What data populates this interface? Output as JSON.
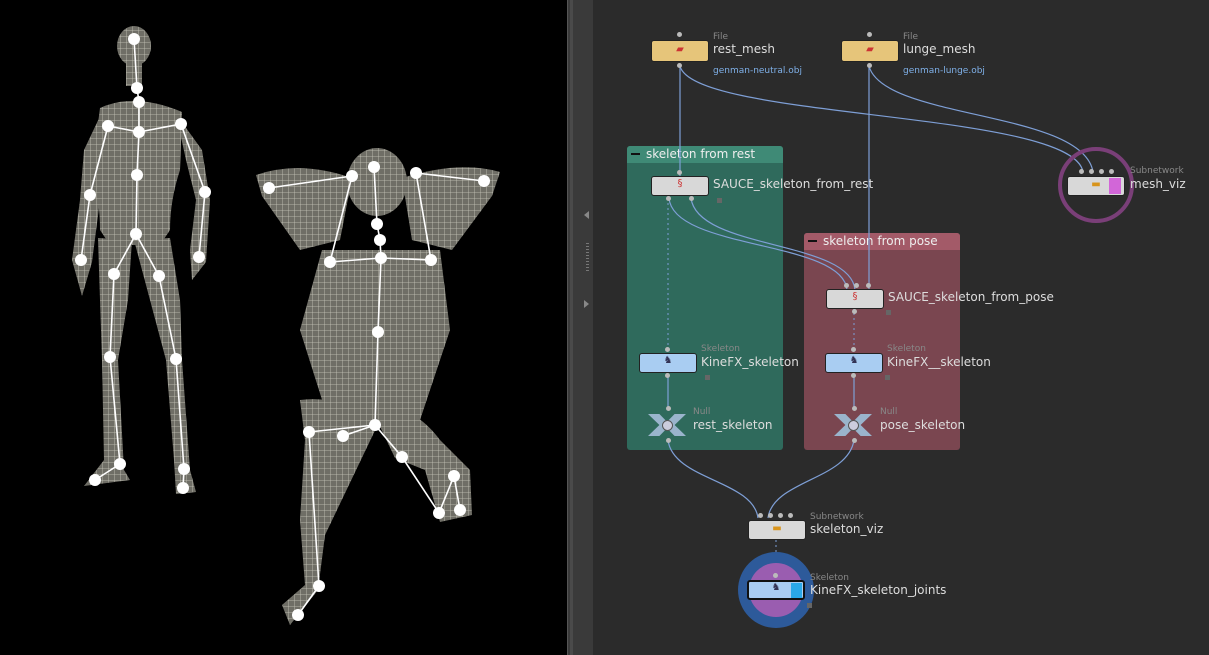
{
  "viewport": {
    "background": "#000000",
    "mesh_color": "#a9a89c",
    "joint_color": "#ffffff"
  },
  "network": {
    "background": "#2b2b2b",
    "wire_color": "#7e9fd6",
    "netboxes": [
      {
        "title": "skeleton from rest",
        "color": "#2f6a5c",
        "header": "#3f8a76"
      },
      {
        "title": "skeleton from pose",
        "color": "#7a4650",
        "header": "#a35a68"
      }
    ],
    "nodes": {
      "rest_mesh": {
        "type": "File",
        "name": "rest_mesh",
        "detail": "genman-neutral.obj"
      },
      "lunge_mesh": {
        "type": "File",
        "name": "lunge_mesh",
        "detail": "genman-lunge.obj"
      },
      "mesh_viz": {
        "type": "Subnetwork",
        "name": "mesh_viz"
      },
      "sauce_rest": {
        "type": "",
        "name": "SAUCE_skeleton_from_rest"
      },
      "sauce_pose": {
        "type": "",
        "name": "SAUCE_skeleton_from_pose"
      },
      "kinefx_rest": {
        "type": "Skeleton",
        "name": "KineFX_skeleton"
      },
      "kinefx_pose": {
        "type": "Skeleton",
        "name": "KineFX__skeleton"
      },
      "rest_skeleton": {
        "type": "Null",
        "name": "rest_skeleton"
      },
      "pose_skeleton": {
        "type": "Null",
        "name": "pose_skeleton"
      },
      "skeleton_viz": {
        "type": "Subnetwork",
        "name": "skeleton_viz"
      },
      "kinefx_joints": {
        "type": "Skeleton",
        "name": "KineFX_skeleton_joints"
      }
    }
  }
}
